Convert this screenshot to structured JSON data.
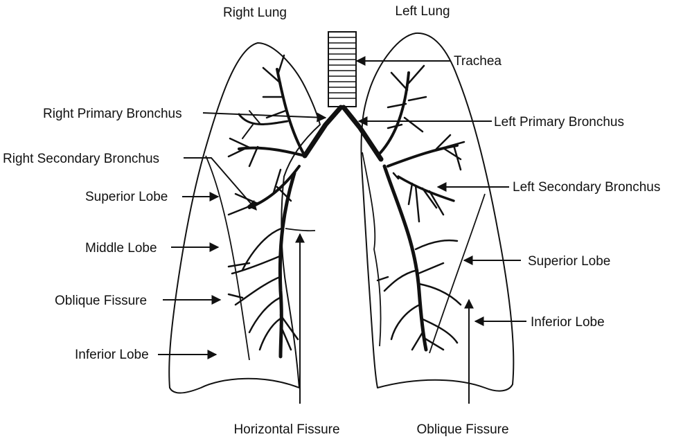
{
  "titles": {
    "right_lung": "Right Lung",
    "left_lung": "Left Lung"
  },
  "labels": {
    "trachea": "Trachea",
    "right_primary_bronchus": "Right Primary Bronchus",
    "left_primary_bronchus": "Left Primary Bronchus",
    "right_secondary_bronchus": "Right Secondary Bronchus",
    "left_secondary_bronchus": "Left Secondary Bronchus",
    "right_superior_lobe": "Superior Lobe",
    "right_middle_lobe": "Middle Lobe",
    "right_oblique_fissure": "Oblique Fissure",
    "right_inferior_lobe": "Inferior Lobe",
    "left_superior_lobe": "Superior Lobe",
    "left_inferior_lobe": "Inferior Lobe",
    "horizontal_fissure": "Horizontal Fissure",
    "left_oblique_fissure": "Oblique Fissure"
  },
  "colors": {
    "ink": "#111111",
    "background": "#ffffff"
  }
}
